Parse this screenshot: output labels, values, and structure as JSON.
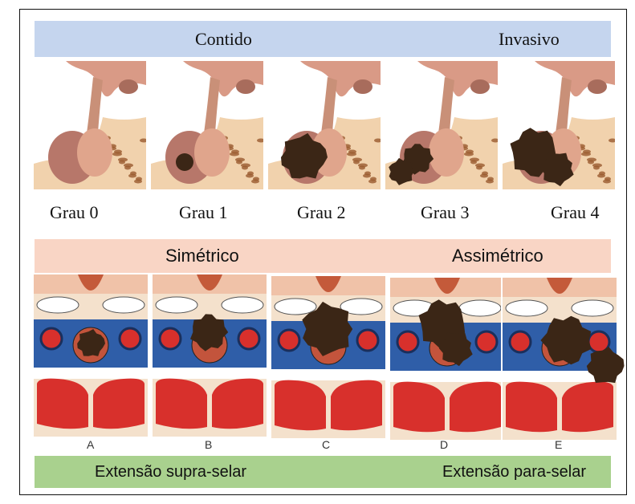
{
  "top_band": {
    "left": "Contido",
    "right": "Invasivo"
  },
  "grades": [
    "Grau 0",
    "Grau 1",
    "Grau 2",
    "Grau 3",
    "Grau 4"
  ],
  "mid_band": {
    "left": "Simétrico",
    "right": "Assimétrico"
  },
  "panel_letters": [
    "A",
    "B",
    "C",
    "D",
    "E"
  ],
  "bottom_band": {
    "left": "Extensão supra-selar",
    "right": "Extensão para-selar"
  },
  "colors": {
    "top_band": "#c5d5ee",
    "mid_band": "#f9d5c5",
    "bottom_band": "#a9d18e",
    "bone": "#f1d2ad",
    "gland": "#c98866",
    "tumor": "#3b2616",
    "sinus_blue": "#2f5ea8",
    "red": "#d8302c"
  }
}
